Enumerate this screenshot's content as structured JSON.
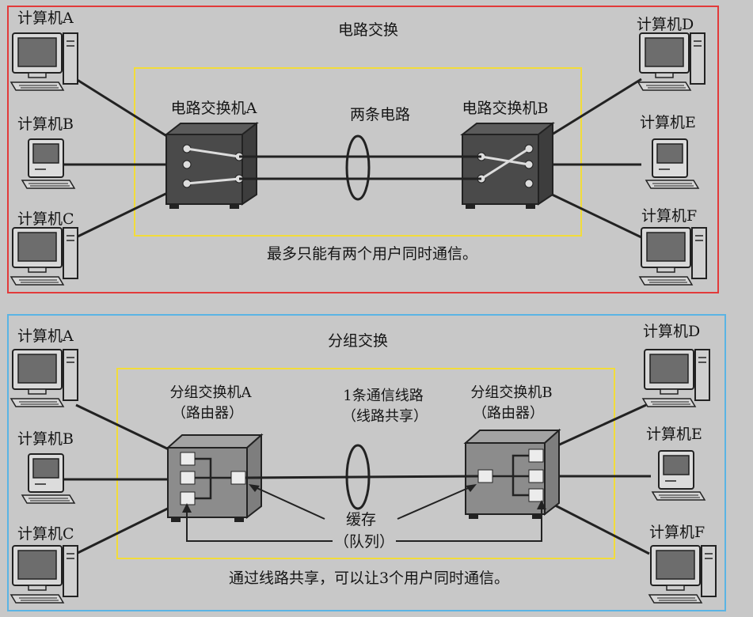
{
  "circuit": {
    "title": "电路交换",
    "switch_a": "电路交换机A",
    "switch_b": "电路交换机B",
    "circuits_label": "两条电路",
    "caption": "最多只能有两个用户同时通信。",
    "frame_color": "#e23a3a",
    "inner_color": "#f2dc3a",
    "computers": {
      "a": "计算机A",
      "b": "计算机B",
      "c": "计算机C",
      "d": "计算机D",
      "e": "计算机E",
      "f": "计算机F"
    }
  },
  "packet": {
    "title": "分组交换",
    "switch_a_line1": "分组交换机A",
    "switch_a_line2": "（路由器）",
    "switch_b_line1": "分组交换机B",
    "switch_b_line2": "（路由器）",
    "line_label_1": "1条通信线路",
    "line_label_2": "（线路共享）",
    "buffer_label_1": "缓存",
    "buffer_label_2": "（队列）",
    "caption": "通过线路共享，可以让3个用户同时通信。",
    "frame_color": "#5ab4e4",
    "inner_color": "#f2dc3a",
    "computers": {
      "a": "计算机A",
      "b": "计算机B",
      "c": "计算机C",
      "d": "计算机D",
      "e": "计算机E",
      "f": "计算机F"
    }
  }
}
